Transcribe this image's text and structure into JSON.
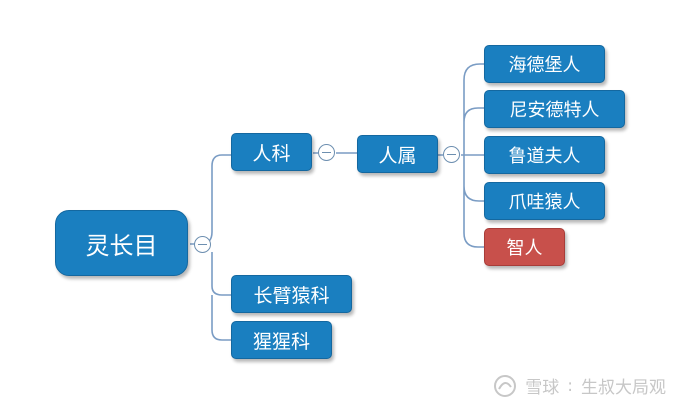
{
  "diagram": {
    "root": "灵长目",
    "families": [
      "人科",
      "长臂猿科",
      "猩猩科"
    ],
    "genus": "人属",
    "species": [
      "海德堡人",
      "尼安德特人",
      "鲁道夫人",
      "爪哇猿人",
      "智人"
    ]
  },
  "colors": {
    "node": "#1a7fc0",
    "highlight": "#c8504b",
    "connector": "#7a9cc4"
  },
  "watermark": {
    "brand": "雪球",
    "separator": ":",
    "author": "生叔大局观"
  }
}
